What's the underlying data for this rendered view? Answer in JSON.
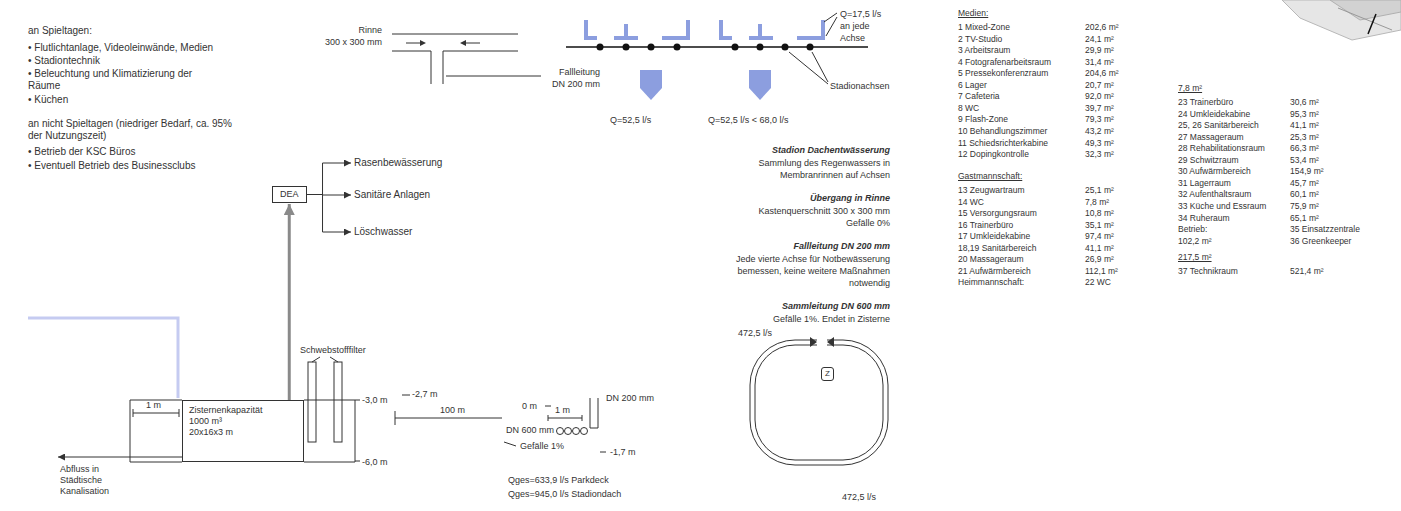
{
  "diagram": {
    "nodes": [
      {
        "text": [
          "DEA"
        ]
      },
      {
        "text": [
          "Rasenbewässerung"
        ]
      },
      {
        "text": [
          "Sanitäre Anlagen"
        ]
      },
      {
        "text": [
          "Löschwasser"
        ]
      },
      {
        "text": [
          "Zisternenkapazität",
          "1000 m³ 20x16x3 m"
        ]
      },
      {
        "text": [
          "Abfluss in Städtische Kanalisation"
        ]
      },
      {
        "text": [
          "Z"
        ]
      }
    ],
    "edges": [
      {
        "from": 0,
        "to": 1,
        "arrow": "to"
      },
      {
        "from": 0,
        "to": 2,
        "arrow": "to"
      },
      {
        "from": 0,
        "to": 3,
        "arrow": "to"
      },
      {
        "from": 4,
        "to": 0,
        "arrow": "to"
      },
      {
        "from": 4,
        "to": 5,
        "arrow": "to"
      }
    ],
    "labels": [
      "an Spieltagen:",
      "• Flutlichtanlage, Videoleinwände, Medien",
      "• Stadiontechnik",
      "• Beleuchtung und Klimatizierung der Räume",
      "• Küchen",
      "an nicht Spieltagen (niedriger Bedarf, ca. 95% der Nutzungszeit)",
      "• Betrieb der KSC Büros",
      "• Eventuell Betrieb des Businessclubs",
      "Rinne",
      "300 x 300 mm",
      "Fallleitung DN 200 mm",
      "Q=17,5 l/s an jede Achse",
      "Stadionachsen",
      "Q=52,5 l/s",
      "Q=52,5 l/s < 68,0 l/s",
      "Stadion Dachentwässerung",
      "Sammlung des Regenwassers in Membranrinnen auf Achsen",
      "Übergang in Rinne",
      "Kastenquerschnitt 300 x 300 mm Gefälle 0%",
      "Fallleitung DN 200 mm",
      "Jede vierte Achse für Notbewässerung bemessen, keine weitere Maßnahmen notwendig",
      "Sammleitung DN 600 mm",
      "Gefälle 1%. Endet in Zisterne",
      "472,5 l/s",
      "472,5 l/s",
      "Schwebstofffilter",
      "1 m",
      "-3,0 m",
      "-2,7 m",
      "-6,0 m",
      "100 m",
      "0 m",
      "DN 200 mm",
      "1 m",
      "DN 600 mm",
      "Gefälle 1%",
      "-1,7 m",
      "Qges=633,9 l/s Parkdeck",
      "Qges=945,0 l/s Stadiondach",
      "Medien:",
      "1 Mixed-Zone",
      "202,6 m²",
      "2 TV-Studio",
      "24,1 m²",
      "3 Arbeitsraum",
      "29,9 m²",
      "4 Fotografenarbeitsraum",
      "31,4 m²",
      "5 Pressekonferenzraum",
      "204,6 m²",
      "6 Lager",
      "20,7 m²",
      "7 Cafeteria",
      "92,0 m²",
      "8 WC",
      "39,7 m²",
      "9 Flash-Zone",
      "79,3 m²",
      "10 Behandlungszimmer",
      "43,2 m²",
      "11 Schiedsrichterkabine",
      "49,3 m²",
      "12 Dopingkontrolle",
      "32,3 m²",
      "Gastmannschaft:",
      "13 Zeugwartraum",
      "25,1 m²",
      "14 WC",
      "7,8 m²",
      "15 Versorgungsraum",
      "10,8 m²",
      "16 Trainerbüro",
      "35,1 m²",
      "17 Umkleidekabine",
      "97,4 m²",
      "18,19 Sanitärbereich",
      "41,1 m²",
      "20 Massageraum",
      "26,9 m²",
      "21 Aufwärmbereich",
      "112,1 m²",
      "Heimmannschaft:",
      "22 WC",
      "7,8 m²",
      "23 Trainerbüro",
      "30,6 m²",
      "24 Umkleidekabine",
      "95,3 m²",
      "25, 26 Sanitärbereich",
      "41,1 m²",
      "27 Massageraum",
      "25,3 m²",
      "28 Rehabilitationsraum",
      "66,3 m²",
      "29 Schwitzraum",
      "53,4 m²",
      "30 Aufwärmbereich",
      "154,9 m²",
      "31 Lagerraum",
      "45,7 m²",
      "32 Aufenthaltsraum",
      "60,1 m²",
      "33 Küche und Essraum",
      "75,9 m²",
      "34 Ruheraum",
      "65,1 m²",
      "Betrieb:",
      "35 Einsatzzentrale",
      "102,2 m²",
      "36 Greenkeeper",
      "217,5 m²",
      "37 Technikraum",
      "521,4 m²"
    ]
  }
}
